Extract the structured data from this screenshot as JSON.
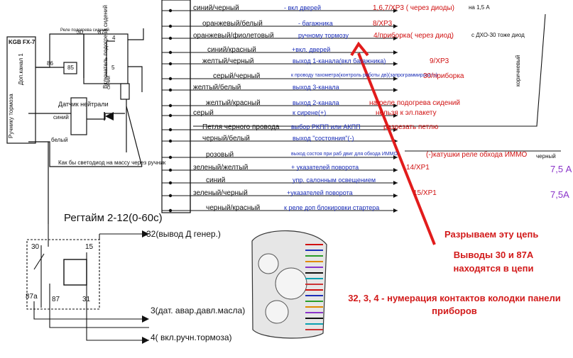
{
  "wires": [
    {
      "color": "синий/черный",
      "fn": "- вкл дверей",
      "note": "1,6,7/XP3 ( через диоды)",
      "extra": "на 1,5 А"
    },
    {
      "color": "оранжевый/белый",
      "fn": "- багажника",
      "note": "8/XP3",
      "extra": ""
    },
    {
      "color": "оранжевый/фиолетовый",
      "fn": "ручному тормозу",
      "note": "4/приборка( через диод)",
      "extra": "с ДХО-30 тоже диод"
    },
    {
      "color": "синий/красный",
      "fn": "+вкл. дверей",
      "note": "",
      "extra": ""
    },
    {
      "color": "желтый/черный",
      "fn": "выход 1-канала(вкл багажника)",
      "note": "9/XP3",
      "extra": ""
    },
    {
      "color": "серый/черный",
      "fn": "к проводу тахометра(контроль работы дв)(запрограммировать)",
      "note": "30/приборка",
      "extra": ""
    },
    {
      "color": "желтый/белый",
      "fn": "выход 3-канала",
      "note": "",
      "extra": ""
    },
    {
      "color": "желтый/красный",
      "fn": "выход 2-канала",
      "note": "на реле подогрева сидений",
      "extra": ""
    },
    {
      "color": "серый",
      "fn": "к сирене(+)",
      "note": "нельзя к эл.пакету",
      "extra": ""
    },
    {
      "color": "Петля черного провода",
      "fn": "выбор РКПП или АКПП",
      "note": "разрезать петлю",
      "extra": ""
    },
    {
      "color": "черный/белый",
      "fn": "выход \"состояния\"(-)",
      "note": "",
      "extra": ""
    },
    {
      "color": "розовый",
      "fn": "выход состоя при раб двиг для обхода ИММО",
      "note": "(-)катушки реле обхода ИММО",
      "extra": "черный"
    },
    {
      "color": "зеленый/желтый",
      "fn": "+ указателей поворота",
      "note": "14/XP1",
      "extra": "7,5 А"
    },
    {
      "color": "синий",
      "fn": "упр. салонным освещением",
      "note": "",
      "extra": ""
    },
    {
      "color": "зеленый/черный",
      "fn": "+указателей поворота",
      "note": "15/XP1",
      "extra": "7,5А"
    },
    {
      "color": "черный/красный",
      "fn": "к реле доп блокировки стартера",
      "note": "",
      "extra": ""
    }
  ],
  "labels": {
    "vertical_caption": "Включатель подогрева сидений",
    "brown": "коричневый",
    "kgb": "KGB FX-7",
    "dop_kanal": "Доп.канал 1",
    "ruchnik": "Ручнику тормоза",
    "relay_caption": "Реле подогрева сидений",
    "pin30": "30",
    "pin87": "87",
    "pin86": "86",
    "pin85": "85",
    "pin4": "4",
    "pin5": "5",
    "datchik": "Датчик нейтрали",
    "siniy": "синий",
    "beliy": "белый",
    "fuse": "синий",
    "led_note": "Как бы светодиод на массу через ручник"
  },
  "timer": {
    "title": "Регтайм 2-12(0-60с)",
    "pin30": "30",
    "pin15": "15",
    "pin87a": "87a",
    "pin87": "87",
    "pin31": "31"
  },
  "outputs": {
    "o1": "32(вывод Д генер.)",
    "o2": "3(дат. авар.давл.масла)",
    "o3": "4( вкл.ручн.тормоза)"
  },
  "annotations": {
    "break": "Разрываем эту цепь",
    "outputs": "Выводы 30 и 87А находятся в цепи",
    "numbering": "32, 3, 4 - нумерация контактов колодки панели приборов"
  },
  "colors": {
    "blue": "#1c2fb8",
    "red": "#d01010",
    "arrow": "#e21c1c"
  }
}
